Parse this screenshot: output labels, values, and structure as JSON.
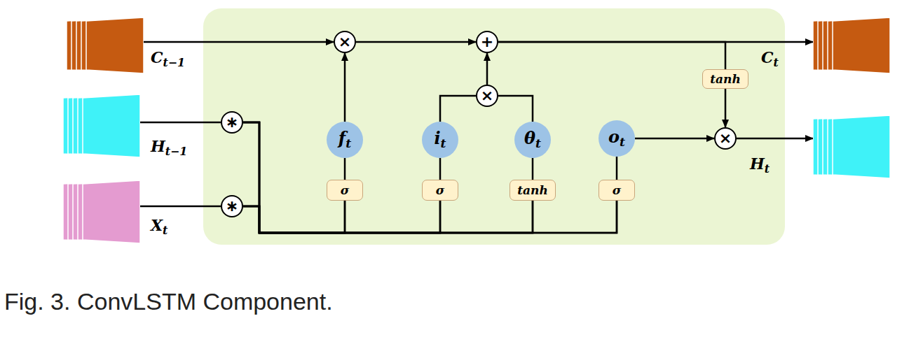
{
  "diagram": {
    "caption": "Fig. 3. ConvLSTM Component.",
    "nodes": [
      {
        "text": [
          "Ct−1"
        ]
      },
      {
        "text": [
          "Ht−1"
        ]
      },
      {
        "text": [
          "Xt"
        ]
      },
      {
        "text": [
          "×"
        ]
      },
      {
        "text": [
          "+"
        ]
      },
      {
        "text": [
          "×"
        ]
      },
      {
        "text": [
          "∗"
        ]
      },
      {
        "text": [
          "∗"
        ]
      },
      {
        "text": [
          "ft"
        ]
      },
      {
        "text": [
          "it"
        ]
      },
      {
        "text": [
          "θt"
        ]
      },
      {
        "text": [
          "ot"
        ]
      },
      {
        "text": [
          "σ"
        ]
      },
      {
        "text": [
          "σ"
        ]
      },
      {
        "text": [
          "tanh"
        ]
      },
      {
        "text": [
          "σ"
        ]
      },
      {
        "text": [
          "tanh"
        ]
      },
      {
        "text": [
          "×"
        ]
      },
      {
        "text": [
          "Ct"
        ]
      },
      {
        "text": [
          "Ht"
        ]
      }
    ],
    "edges": [
      {
        "from": 0,
        "to": 3,
        "arrow": "to"
      },
      {
        "from": 3,
        "to": 4,
        "arrow": "to"
      },
      {
        "from": 4,
        "to": 18,
        "arrow": "to"
      },
      {
        "from": 1,
        "to": 6,
        "arrow": "none"
      },
      {
        "from": 2,
        "to": 7,
        "arrow": "none"
      },
      {
        "from": 6,
        "to": 12,
        "arrow": "none"
      },
      {
        "from": 6,
        "to": 13,
        "arrow": "none"
      },
      {
        "from": 6,
        "to": 14,
        "arrow": "none"
      },
      {
        "from": 6,
        "to": 15,
        "arrow": "none"
      },
      {
        "from": 7,
        "to": 12,
        "arrow": "none"
      },
      {
        "from": 7,
        "to": 13,
        "arrow": "none"
      },
      {
        "from": 7,
        "to": 14,
        "arrow": "none"
      },
      {
        "from": 7,
        "to": 15,
        "arrow": "none"
      },
      {
        "from": 12,
        "to": 8,
        "arrow": "none"
      },
      {
        "from": 13,
        "to": 9,
        "arrow": "none"
      },
      {
        "from": 14,
        "to": 10,
        "arrow": "none"
      },
      {
        "from": 15,
        "to": 11,
        "arrow": "none"
      },
      {
        "from": 8,
        "to": 3,
        "arrow": "to"
      },
      {
        "from": 9,
        "to": 5,
        "arrow": "none"
      },
      {
        "from": 10,
        "to": 5,
        "arrow": "none"
      },
      {
        "from": 5,
        "to": 4,
        "arrow": "to"
      },
      {
        "from": 11,
        "to": 17,
        "arrow": "to"
      },
      {
        "from": 4,
        "to": 16,
        "arrow": "none"
      },
      {
        "from": 16,
        "to": 17,
        "arrow": "to"
      },
      {
        "from": 17,
        "to": 19,
        "arrow": "to"
      }
    ]
  }
}
